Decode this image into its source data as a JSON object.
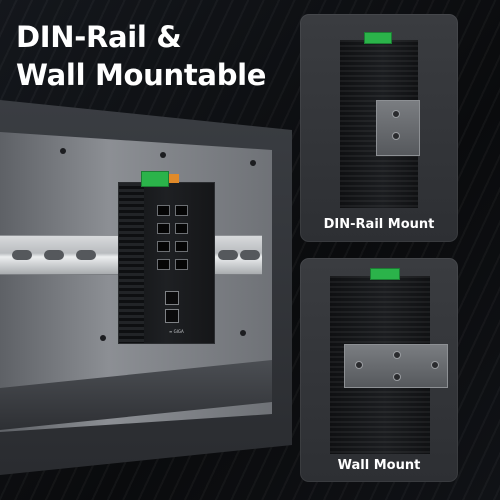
{
  "headline": {
    "line1": "DIN-Rail &",
    "line2": "Wall Mountable"
  },
  "switch_label": "≡ GIGA",
  "panels": {
    "din_rail": {
      "label": "DIN-Rail Mount"
    },
    "wall": {
      "label": "Wall Mount"
    }
  },
  "colors": {
    "background": "#0d0f12",
    "text": "#ffffff",
    "panel": "#34363a",
    "terminal_green": "#2bb34a",
    "device_black": "#141518"
  }
}
